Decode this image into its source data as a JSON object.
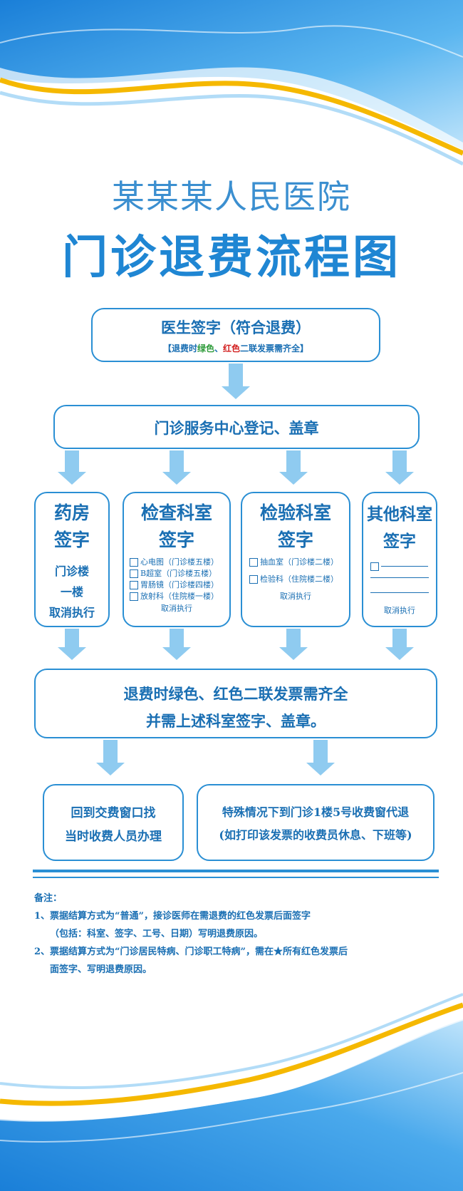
{
  "header": {
    "hospital": "某某某人民医院",
    "title": "门诊退费流程图"
  },
  "step1": {
    "main": "医生签字（符合退费）",
    "sub_prefix": "【退费时",
    "sub_green": "绿色",
    "sub_sep": "、",
    "sub_red": "红色",
    "sub_suffix": "二联发票需齐全】",
    "green_color": "#2e9b3a",
    "red_color": "#d21f1f"
  },
  "step2": {
    "label": "门诊服务中心登记、盖章"
  },
  "departments": {
    "pharmacy": {
      "title": "药房",
      "sign": "签字",
      "line1": "门诊楼",
      "line2": "一楼",
      "line3": "取消执行"
    },
    "exam": {
      "title": "检查科室",
      "sign": "签字",
      "items": [
        "心电图（门诊楼五楼）",
        "B超室（门诊楼五楼）",
        "胃肠镜（门诊楼四楼）",
        "放射科（住院楼一楼）"
      ],
      "cancel": "取消执行"
    },
    "lab": {
      "title": "检验科室",
      "sign": "签字",
      "items": [
        "抽血室（门诊楼二楼）",
        "检验科（住院楼二楼）"
      ],
      "cancel": "取消执行"
    },
    "other": {
      "title": "其他科室",
      "sign": "签字",
      "cancel": "取消执行"
    }
  },
  "step4": {
    "line1": "退费时绿色、红色二联发票需齐全",
    "line2": "并需上述科室签字、盖章。"
  },
  "step5": {
    "left_line1": "回到交费窗口找",
    "left_line2": "当时收费人员办理",
    "right_line1": "特殊情况下到门诊1楼5号收费窗代退",
    "right_line2": "(如打印该发票的收费员休息、下班等)"
  },
  "notes": {
    "label": "备注：",
    "n1_line1": "1、票据结算方式为“普通”，接诊医师在需退费的红色发票后面签字",
    "n1_line2": "（包括：科室、签字、工号、日期）写明退费原因。",
    "n2_line1": "2、票据结算方式为“门诊居民特病、门诊职工特病”，需在★所有红色发票后",
    "n2_line2": "面签字、写明退费原因。"
  },
  "colors": {
    "primary": "#1a6fb3",
    "border": "#2a8fd4",
    "arrow": "#8fcbf0",
    "wave_blue": "#2a90e0",
    "wave_gold": "#f5b800"
  }
}
